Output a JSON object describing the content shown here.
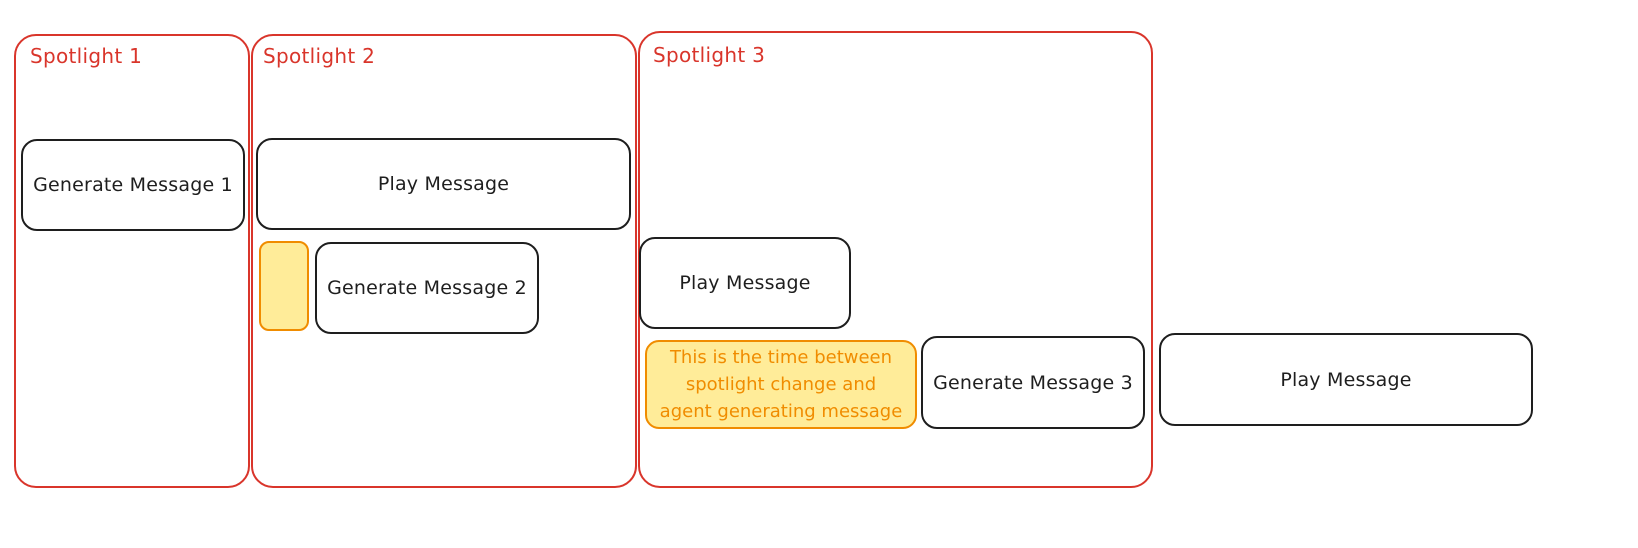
{
  "colors": {
    "frame_stroke": "#d9352b",
    "box_stroke": "#1e1e1e",
    "note_stroke": "#f08c00",
    "note_fill": "#ffec99",
    "background": "#ffffff"
  },
  "frames": [
    {
      "title": "Spotlight 1"
    },
    {
      "title": "Spotlight 2"
    },
    {
      "title": "Spotlight 3"
    }
  ],
  "boxes": {
    "generate_1": "Generate Message 1",
    "play_1": "Play Message",
    "generate_2": "Generate Message 2",
    "play_2": "Play Message",
    "generate_3": "Generate Message 3",
    "play_3": "Play Message"
  },
  "note": {
    "lines": [
      "This is the time between",
      "spotlight change and",
      "agent generating message"
    ]
  }
}
